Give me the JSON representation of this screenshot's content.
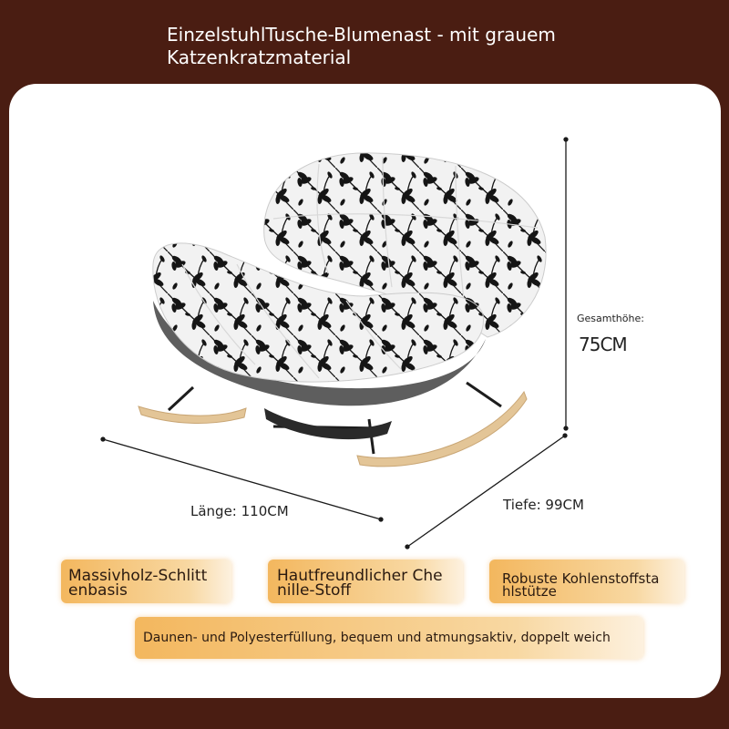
{
  "title": {
    "line1": "EinzelstuhlTusche-Blumenast - mit grauem",
    "line2": "Katzenkratzmaterial"
  },
  "dimensions": {
    "height_label": "Gesamthöhe:",
    "height_value": "75CM",
    "length": "Länge: 110CM",
    "depth": "Tiefe: 99CM"
  },
  "features": [
    {
      "line1": "Massivholz-Schlitt",
      "line2": "enbasis"
    },
    {
      "line1": "Hautfreundlicher Che",
      "line2": "nille-Stoff"
    },
    {
      "line1": "Robuste Kohlenstoffsta",
      "line2": "hlstütze"
    }
  ],
  "feature_wide": "Daunen- und Polyesterfüllung, bequem und atmungsaktiv, doppelt weich",
  "colors": {
    "background": "#4a1d12",
    "panel": "#ffffff",
    "pill_accent": "#f3b75e",
    "chair_base": "#5e5e5e",
    "rocker_wood": "#e3c597"
  }
}
